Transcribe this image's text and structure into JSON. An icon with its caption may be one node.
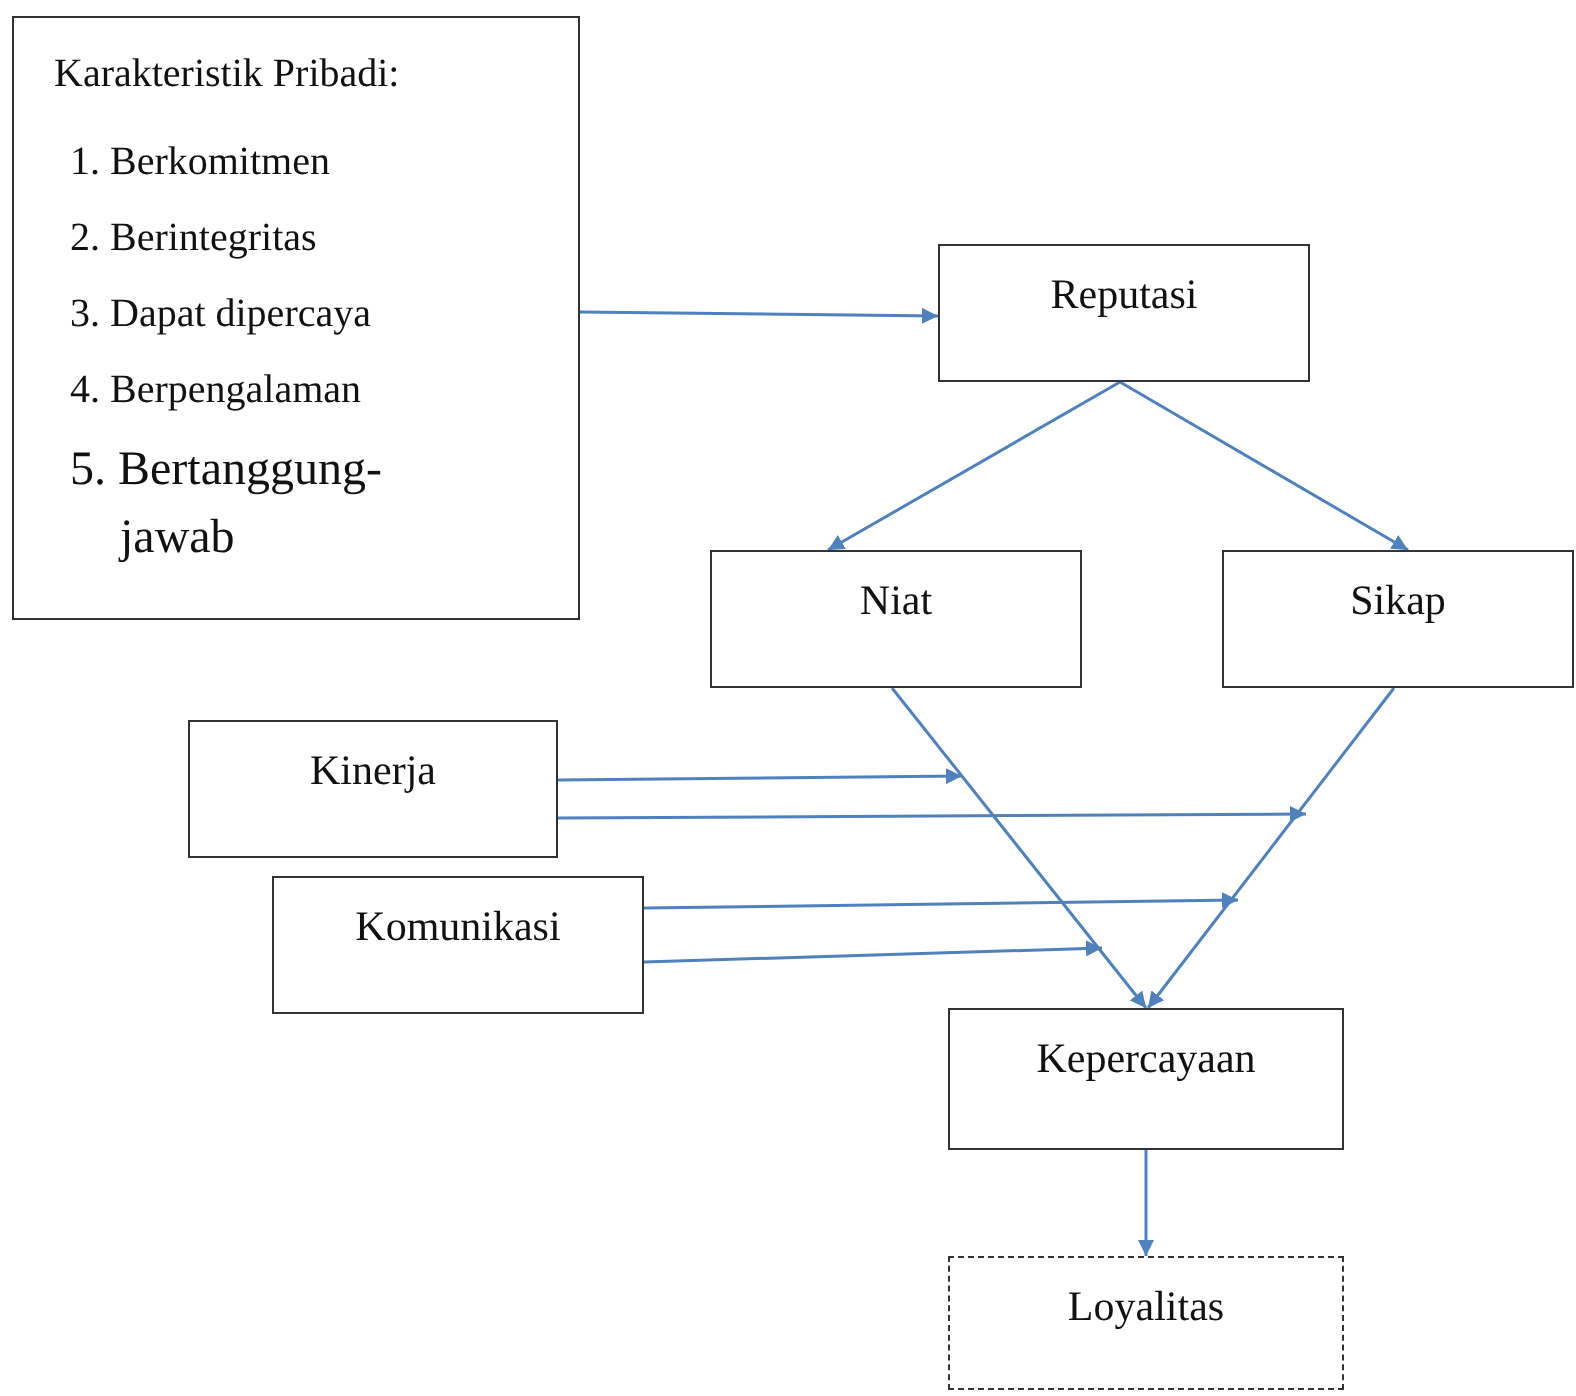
{
  "diagram": {
    "nodes": [
      {
        "text": [
          "Karakteristik Pribadi:",
          "1. Berkomitmen",
          "2. Berintegritas",
          "3. Dapat dipercaya",
          "4. Berpengalaman",
          "5. Bertanggung-jawab"
        ]
      },
      {
        "text": [
          "Reputasi"
        ]
      },
      {
        "text": [
          "Niat"
        ]
      },
      {
        "text": [
          "Sikap"
        ]
      },
      {
        "text": [
          "Kinerja"
        ]
      },
      {
        "text": [
          "Komunikasi"
        ]
      },
      {
        "text": [
          "Kepercayaan"
        ]
      },
      {
        "text": [
          "Loyalitas"
        ]
      }
    ],
    "edges": [
      {
        "from": 0,
        "to": 1,
        "arrow": "to"
      },
      {
        "from": 1,
        "to": 2,
        "arrow": "to"
      },
      {
        "from": 1,
        "to": 3,
        "arrow": "to"
      },
      {
        "from": 2,
        "to": 6,
        "arrow": "to"
      },
      {
        "from": 3,
        "to": 6,
        "arrow": "to"
      },
      {
        "from": 4,
        "to": null,
        "arrow": "to"
      },
      {
        "from": 4,
        "to": null,
        "arrow": "to"
      },
      {
        "from": 5,
        "to": null,
        "arrow": "to"
      },
      {
        "from": 5,
        "to": null,
        "arrow": "to"
      },
      {
        "from": 6,
        "to": 7,
        "arrow": "to"
      }
    ]
  }
}
